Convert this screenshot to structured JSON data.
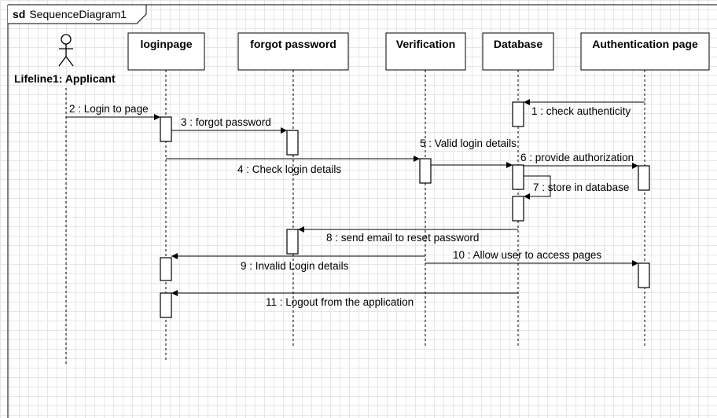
{
  "frame": {
    "keyword": "sd",
    "name": "SequenceDiagram1"
  },
  "actor": {
    "label": "Lifeline1: Applicant"
  },
  "lifelines": [
    {
      "id": "loginpage",
      "label": "loginpage"
    },
    {
      "id": "forgot",
      "label": "forgot password"
    },
    {
      "id": "verification",
      "label": "Verification"
    },
    {
      "id": "database",
      "label": "Database"
    },
    {
      "id": "auth",
      "label": "Authentication page"
    }
  ],
  "messages": [
    {
      "number": "1",
      "text": "1 : check authenticity",
      "from": "auth",
      "to": "database"
    },
    {
      "number": "2",
      "text": "2 : Login to page",
      "from": "actor",
      "to": "loginpage"
    },
    {
      "number": "3",
      "text": "3 : forgot password",
      "from": "loginpage",
      "to": "forgot"
    },
    {
      "number": "4",
      "text": "4 : Check login details",
      "from": "loginpage",
      "to": "verification"
    },
    {
      "number": "5",
      "text": "5 : Valid login details",
      "from": "verification",
      "to": "database"
    },
    {
      "number": "6",
      "text": "6 : provide authorization",
      "from": "database",
      "to": "auth"
    },
    {
      "number": "7",
      "text": "7 : store in database",
      "from": "database",
      "to": "database"
    },
    {
      "number": "8",
      "text": "8 : send email to reset password",
      "from": "database",
      "to": "forgot"
    },
    {
      "number": "9",
      "text": "9 : Invalid Login details",
      "from": "verification",
      "to": "loginpage"
    },
    {
      "number": "10",
      "text": "10 : Allow user to access pages",
      "from": "verification",
      "to": "auth"
    },
    {
      "number": "11",
      "text": "11 : Logout from the application",
      "from": "database",
      "to": "loginpage"
    }
  ]
}
